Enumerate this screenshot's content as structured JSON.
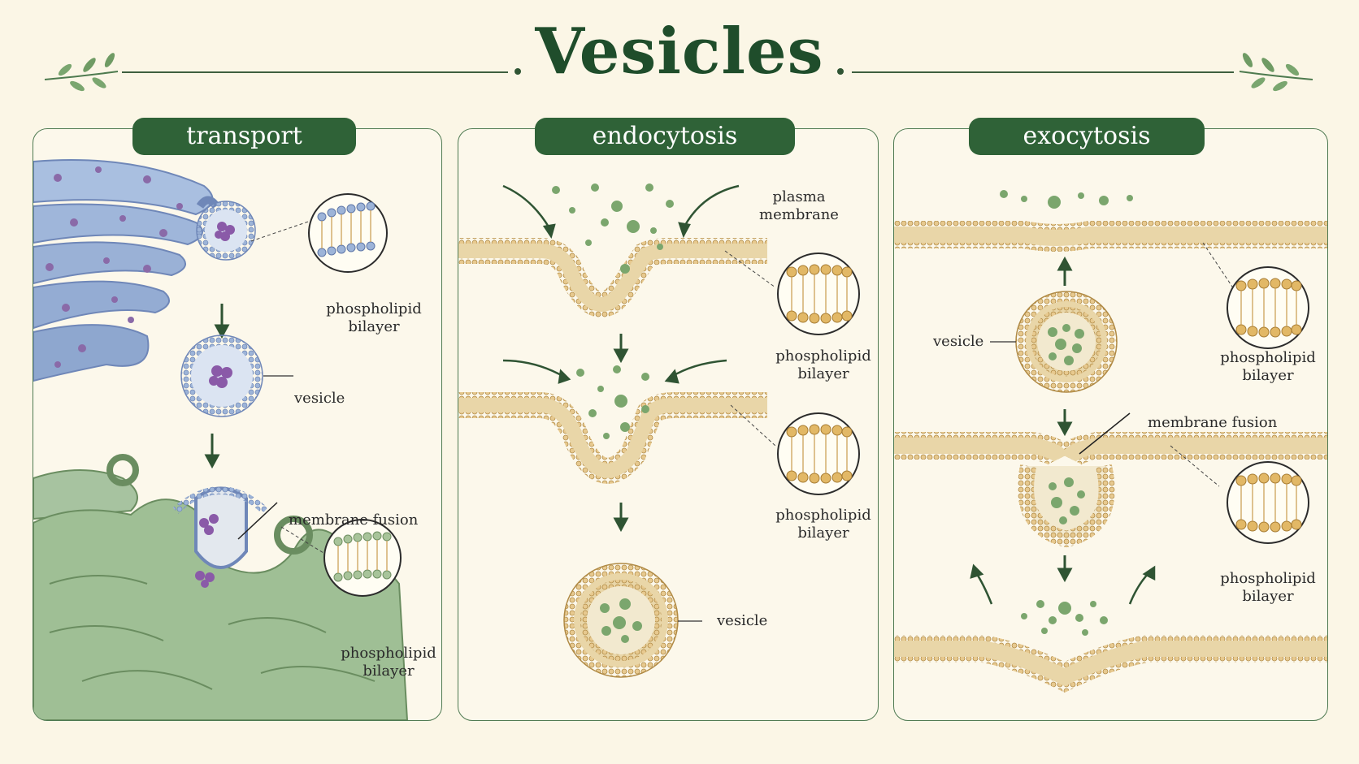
{
  "title": "Vesicles",
  "colors": {
    "accent": "#2f6237",
    "title": "#1f4d2b",
    "background": "#fbf6e6"
  },
  "panels": [
    {
      "heading": "transport",
      "labels": {
        "bilayer_1": "phospholipid\nbilayer",
        "vesicle": "vesicle",
        "fusion": "membrane fusion",
        "bilayer_2": "phospholipid\nbilayer"
      }
    },
    {
      "heading": "endocytosis",
      "labels": {
        "plasma": "plasma\nmembrane",
        "bilayer_1": "phospholipid\nbilayer",
        "bilayer_2": "phospholipid\nbilayer",
        "vesicle": "vesicle"
      }
    },
    {
      "heading": "exocytosis",
      "labels": {
        "vesicle": "vesicle",
        "bilayer_1": "phospholipid\nbilayer",
        "fusion": "membrane fusion",
        "bilayer_2": "phospholipid\nbilayer"
      }
    }
  ]
}
